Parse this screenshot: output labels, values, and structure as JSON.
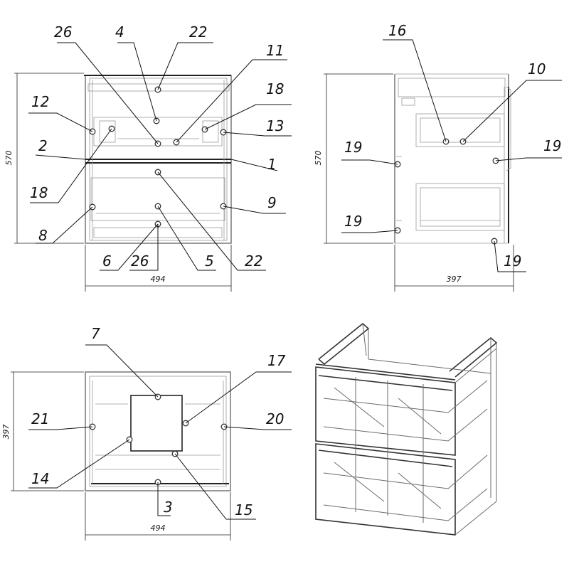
{
  "diagram": {
    "front_view": {
      "callouts": [
        "26",
        "4",
        "22",
        "11",
        "12",
        "18",
        "13",
        "2",
        "1",
        "18",
        "9",
        "8",
        "6",
        "26",
        "5",
        "22"
      ],
      "height_dim": "570",
      "width_dim": "494"
    },
    "side_view": {
      "callouts": [
        "16",
        "10",
        "19",
        "19",
        "19",
        "19"
      ],
      "height_dim": "570",
      "depth_dim": "397"
    },
    "top_view": {
      "callouts": [
        "7",
        "17",
        "21",
        "20",
        "14",
        "3",
        "15"
      ],
      "depth_dim": "397",
      "width_dim": "494"
    },
    "iso_view": {
      "label": ""
    }
  }
}
